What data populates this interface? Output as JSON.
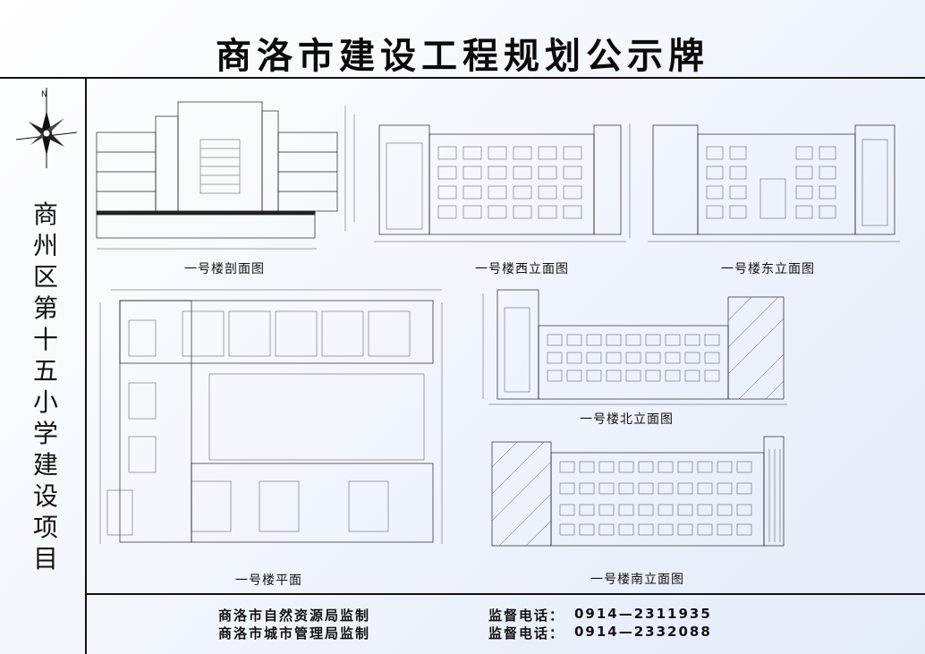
{
  "title": "商洛市建设工程规划公示牌",
  "project": {
    "chars": [
      "商",
      "州",
      "区",
      "第",
      "十",
      "五",
      "小",
      "学",
      "建",
      "设",
      "项",
      "目"
    ]
  },
  "drawings": {
    "section": "一号楼剖面图",
    "west": "一号楼西立面图",
    "east": "一号楼东立面图",
    "plan": "一号楼平面",
    "north": "一号楼北立面图",
    "south": "一号楼南立面图"
  },
  "footer": {
    "org1": "商洛市自然资源局监制",
    "org2": "商洛市城市管理局监制",
    "phone_label": "监督电话：",
    "phone1": "0914—2311935",
    "phone2": "0914—2332088"
  },
  "icons": {
    "compass": "compass-north-arrow-icon"
  }
}
